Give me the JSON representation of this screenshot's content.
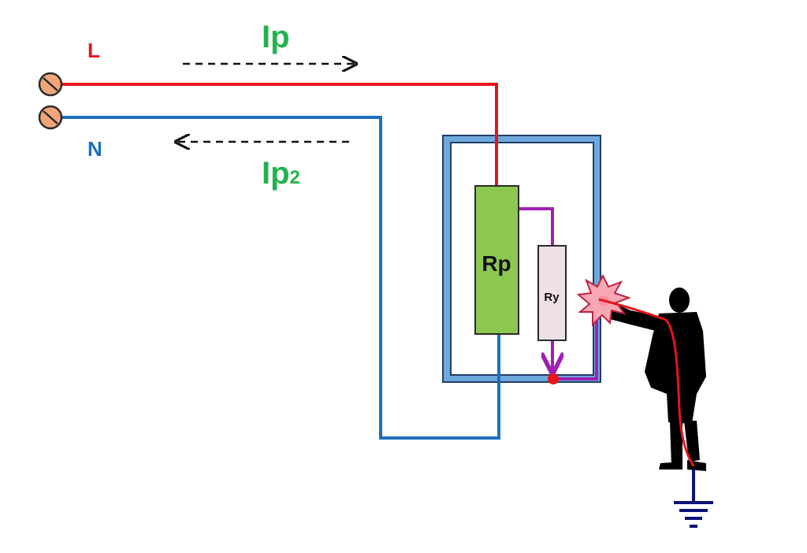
{
  "labels": {
    "line": "L",
    "neutral": "N",
    "current_forward": "Ip",
    "current_return_main": "Ip",
    "current_return_sub": "2",
    "primary_resistance": "Rp",
    "leak_resistance": "Ry"
  },
  "icons": {
    "terminal": "screw-terminal-icon",
    "person": "person-silhouette-icon",
    "spark": "electric-spark-icon",
    "ground": "ground-symbol-icon"
  },
  "colors": {
    "line_wire": "#e8141c",
    "neutral_wire": "#1c6fc0",
    "current_label": "#22b24c",
    "leak_path": "#a020b4",
    "enclosure": "#6fa8dc",
    "rp_fill": "#8cc850",
    "ry_fill": "#efe0e6",
    "ground": "#0a1478",
    "terminal": "#f2a57a"
  }
}
